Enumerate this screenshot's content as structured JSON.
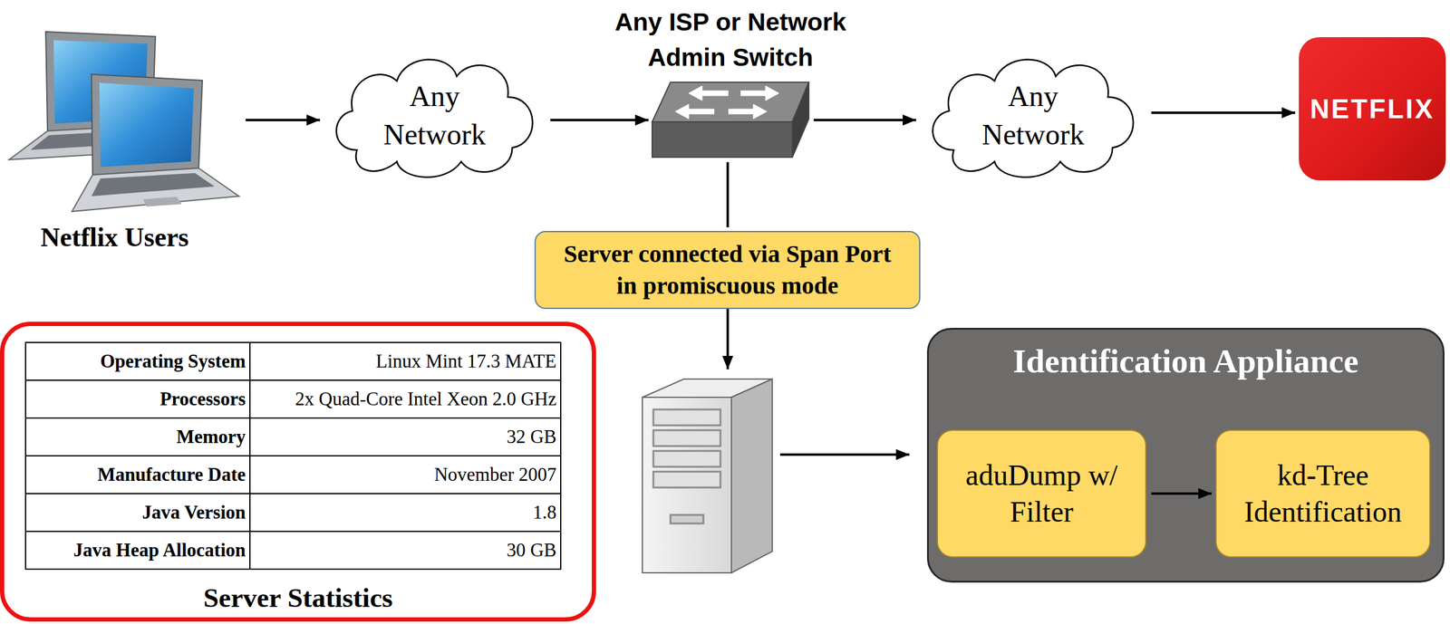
{
  "diagram": {
    "nodes": [
      {
        "text": [
          "Netflix Users"
        ]
      },
      {
        "text": [
          "Any Network"
        ]
      },
      {
        "text": [
          "Any ISP or Network Admin Switch"
        ]
      },
      {
        "text": [
          "Any Network"
        ]
      },
      {
        "text": [
          "NETFLIX"
        ]
      },
      {
        "text": [
          "Server connected via Span Port in promiscuous mode"
        ]
      },
      {
        "text": [
          "Server Statistics"
        ]
      },
      {
        "text": [
          "Identification Appliance"
        ]
      },
      {
        "text": [
          "aduDump w/ Filter"
        ],
        "in": 7
      },
      {
        "text": [
          "kd-Tree Identification"
        ],
        "in": 7
      }
    ],
    "edges": [
      {
        "from": 0,
        "to": 1,
        "arrow": "to"
      },
      {
        "from": 1,
        "to": 2,
        "arrow": "to"
      },
      {
        "from": 2,
        "to": 3,
        "arrow": "to"
      },
      {
        "from": 3,
        "to": 4,
        "arrow": "to"
      },
      {
        "from": 2,
        "to": 5,
        "arrow": "none"
      },
      {
        "from": 8,
        "to": 9,
        "arrow": "to"
      }
    ],
    "labels": [
      "Operating System",
      "Linux Mint 17.3 MATE",
      "Processors",
      "2x Quad-Core Intel Xeon 2.0 GHz",
      "Memory",
      "32 GB",
      "Manufacture Date",
      "November 2007",
      "Java Version",
      "1.8",
      "Java Heap Allocation",
      "30 GB"
    ]
  }
}
